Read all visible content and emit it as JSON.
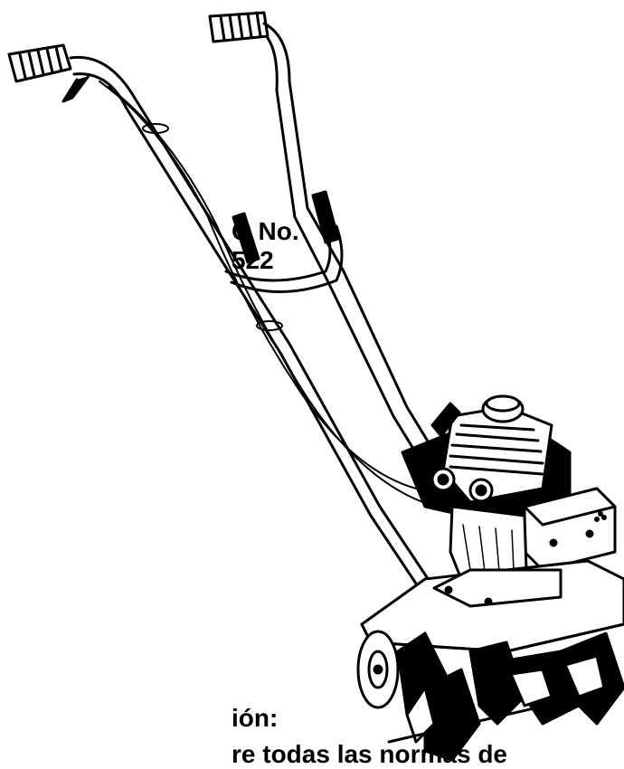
{
  "model": {
    "line1": "O No.",
    "line2": "522"
  },
  "instructions": {
    "line1": "ión:",
    "line2": "re todas las normas de"
  }
}
